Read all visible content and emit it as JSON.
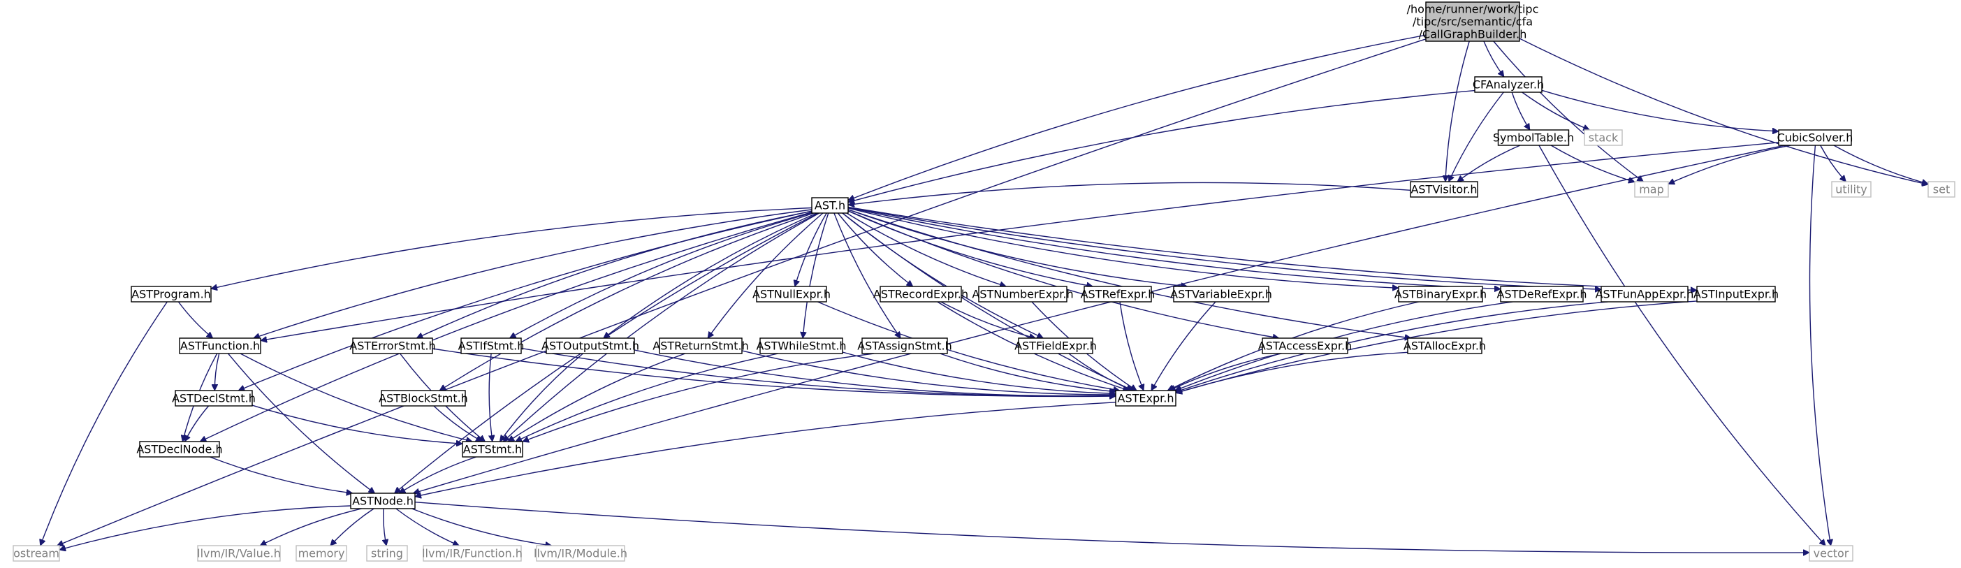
{
  "diagram": {
    "colors": {
      "edge": "#191970",
      "internal_border": "#000000",
      "external_border": "#bfbfbf",
      "root_fill": "#bfbfbf",
      "external_text": "#7f7f7f"
    },
    "nodes": [
      {
        "id": "root",
        "kind": "root",
        "lines": [
          "/home/runner/work/tipc",
          "/tipc/src/semantic/cfa",
          "/CallGraphBuilder.h"
        ]
      },
      {
        "id": "cfanalyzer",
        "kind": "internal",
        "lines": [
          "CFAnalyzer.h"
        ]
      },
      {
        "id": "symboltable",
        "kind": "internal",
        "lines": [
          "SymbolTable.h"
        ]
      },
      {
        "id": "stack",
        "kind": "external",
        "lines": [
          "stack"
        ]
      },
      {
        "id": "cubicsolver",
        "kind": "internal",
        "lines": [
          "CubicSolver.h"
        ]
      },
      {
        "id": "map",
        "kind": "external",
        "lines": [
          "map"
        ]
      },
      {
        "id": "utility",
        "kind": "external",
        "lines": [
          "utility"
        ]
      },
      {
        "id": "set",
        "kind": "external",
        "lines": [
          "set"
        ]
      },
      {
        "id": "astvisitor",
        "kind": "internal",
        "lines": [
          "ASTVisitor.h"
        ]
      },
      {
        "id": "ast",
        "kind": "internal",
        "lines": [
          "AST.h"
        ]
      },
      {
        "id": "astprogram",
        "kind": "internal",
        "lines": [
          "ASTProgram.h"
        ]
      },
      {
        "id": "astnullexpr",
        "kind": "internal",
        "lines": [
          "ASTNullExpr.h"
        ]
      },
      {
        "id": "astrecordexpr",
        "kind": "internal",
        "lines": [
          "ASTRecordExpr.h"
        ]
      },
      {
        "id": "astnumberexpr",
        "kind": "internal",
        "lines": [
          "ASTNumberExpr.h"
        ]
      },
      {
        "id": "astrefexpr",
        "kind": "internal",
        "lines": [
          "ASTRefExpr.h"
        ]
      },
      {
        "id": "astvariableexpr",
        "kind": "internal",
        "lines": [
          "ASTVariableExpr.h"
        ]
      },
      {
        "id": "astbinaryexpr",
        "kind": "internal",
        "lines": [
          "ASTBinaryExpr.h"
        ]
      },
      {
        "id": "astderefexpr",
        "kind": "internal",
        "lines": [
          "ASTDeRefExpr.h"
        ]
      },
      {
        "id": "astfunappexpr",
        "kind": "internal",
        "lines": [
          "ASTFunAppExpr.h"
        ]
      },
      {
        "id": "astinputexpr",
        "kind": "internal",
        "lines": [
          "ASTInputExpr.h"
        ]
      },
      {
        "id": "astfunction",
        "kind": "internal",
        "lines": [
          "ASTFunction.h"
        ]
      },
      {
        "id": "asterrorstmt",
        "kind": "internal",
        "lines": [
          "ASTErrorStmt.h"
        ]
      },
      {
        "id": "astifstmt",
        "kind": "internal",
        "lines": [
          "ASTIfStmt.h"
        ]
      },
      {
        "id": "astoutputstmt",
        "kind": "internal",
        "lines": [
          "ASTOutputStmt.h"
        ]
      },
      {
        "id": "astreturnstmt",
        "kind": "internal",
        "lines": [
          "ASTReturnStmt.h"
        ]
      },
      {
        "id": "astwhilestmt",
        "kind": "internal",
        "lines": [
          "ASTWhileStmt.h"
        ]
      },
      {
        "id": "astassignstmt",
        "kind": "internal",
        "lines": [
          "ASTAssignStmt.h"
        ]
      },
      {
        "id": "astfieldexpr",
        "kind": "internal",
        "lines": [
          "ASTFieldExpr.h"
        ]
      },
      {
        "id": "astaccessexpr",
        "kind": "internal",
        "lines": [
          "ASTAccessExpr.h"
        ]
      },
      {
        "id": "astallocexpr",
        "kind": "internal",
        "lines": [
          "ASTAllocExpr.h"
        ]
      },
      {
        "id": "astdeclstmt",
        "kind": "internal",
        "lines": [
          "ASTDeclStmt.h"
        ]
      },
      {
        "id": "astblockstmt",
        "kind": "internal",
        "lines": [
          "ASTBlockStmt.h"
        ]
      },
      {
        "id": "astexpr",
        "kind": "internal",
        "lines": [
          "ASTExpr.h"
        ]
      },
      {
        "id": "astdeclnode",
        "kind": "internal",
        "lines": [
          "ASTDeclNode.h"
        ]
      },
      {
        "id": "aststmt",
        "kind": "internal",
        "lines": [
          "ASTStmt.h"
        ]
      },
      {
        "id": "astnode",
        "kind": "internal",
        "lines": [
          "ASTNode.h"
        ]
      },
      {
        "id": "ostream",
        "kind": "external",
        "lines": [
          "ostream"
        ]
      },
      {
        "id": "llvmvalue",
        "kind": "external",
        "lines": [
          "llvm/IR/Value.h"
        ]
      },
      {
        "id": "memory",
        "kind": "external",
        "lines": [
          "memory"
        ]
      },
      {
        "id": "string",
        "kind": "external",
        "lines": [
          "string"
        ]
      },
      {
        "id": "llvmfunction",
        "kind": "external",
        "lines": [
          "llvm/IR/Function.h"
        ]
      },
      {
        "id": "llvmmodule",
        "kind": "external",
        "lines": [
          "llvm/IR/Module.h"
        ]
      },
      {
        "id": "vector",
        "kind": "external",
        "lines": [
          "vector"
        ]
      }
    ],
    "edges": [
      [
        "root",
        "ostream"
      ],
      [
        "root",
        "ast"
      ],
      [
        "root",
        "astvisitor"
      ],
      [
        "root",
        "cfanalyzer"
      ],
      [
        "root",
        "map"
      ],
      [
        "root",
        "set"
      ],
      [
        "cfanalyzer",
        "ast"
      ],
      [
        "cfanalyzer",
        "astvisitor"
      ],
      [
        "cfanalyzer",
        "symboltable"
      ],
      [
        "cfanalyzer",
        "stack"
      ],
      [
        "cfanalyzer",
        "cubicsolver"
      ],
      [
        "symboltable",
        "astvisitor"
      ],
      [
        "symboltable",
        "map"
      ],
      [
        "symboltable",
        "vector"
      ],
      [
        "cubicsolver",
        "map"
      ],
      [
        "cubicsolver",
        "utility"
      ],
      [
        "cubicsolver",
        "set"
      ],
      [
        "cubicsolver",
        "vector"
      ],
      [
        "cubicsolver",
        "astfunction"
      ],
      [
        "cubicsolver",
        "astnode"
      ],
      [
        "astvisitor",
        "ast"
      ],
      [
        "ast",
        "astprogram"
      ],
      [
        "ast",
        "astfunction"
      ],
      [
        "ast",
        "astdeclnode"
      ],
      [
        "ast",
        "astdeclstmt"
      ],
      [
        "ast",
        "astnode"
      ],
      [
        "ast",
        "aststmt"
      ],
      [
        "ast",
        "astblockstmt"
      ],
      [
        "ast",
        "asterrorstmt"
      ],
      [
        "ast",
        "astifstmt"
      ],
      [
        "ast",
        "astoutputstmt"
      ],
      [
        "ast",
        "astreturnstmt"
      ],
      [
        "ast",
        "astwhilestmt"
      ],
      [
        "ast",
        "astassignstmt"
      ],
      [
        "ast",
        "astnullexpr"
      ],
      [
        "ast",
        "astrecordexpr"
      ],
      [
        "ast",
        "astnumberexpr"
      ],
      [
        "ast",
        "astrefexpr"
      ],
      [
        "ast",
        "astvariableexpr"
      ],
      [
        "ast",
        "astfieldexpr"
      ],
      [
        "ast",
        "astaccessexpr"
      ],
      [
        "ast",
        "astallocexpr"
      ],
      [
        "ast",
        "astbinaryexpr"
      ],
      [
        "ast",
        "astderefexpr"
      ],
      [
        "ast",
        "astfunappexpr"
      ],
      [
        "ast",
        "astinputexpr"
      ],
      [
        "ast",
        "astexpr"
      ],
      [
        "astprogram",
        "astfunction"
      ],
      [
        "astprogram",
        "ostream"
      ],
      [
        "astfunction",
        "astdeclstmt"
      ],
      [
        "astfunction",
        "astdeclnode"
      ],
      [
        "astfunction",
        "aststmt"
      ],
      [
        "astfunction",
        "astnode"
      ],
      [
        "astdeclstmt",
        "astdeclnode"
      ],
      [
        "astdeclstmt",
        "aststmt"
      ],
      [
        "astdeclnode",
        "astnode"
      ],
      [
        "astblockstmt",
        "aststmt"
      ],
      [
        "asterrorstmt",
        "aststmt"
      ],
      [
        "asterrorstmt",
        "astexpr"
      ],
      [
        "astifstmt",
        "aststmt"
      ],
      [
        "astifstmt",
        "astexpr"
      ],
      [
        "astoutputstmt",
        "aststmt"
      ],
      [
        "astoutputstmt",
        "astexpr"
      ],
      [
        "astreturnstmt",
        "aststmt"
      ],
      [
        "astreturnstmt",
        "astexpr"
      ],
      [
        "astwhilestmt",
        "aststmt"
      ],
      [
        "astwhilestmt",
        "astexpr"
      ],
      [
        "astassignstmt",
        "aststmt"
      ],
      [
        "astassignstmt",
        "astexpr"
      ],
      [
        "astnullexpr",
        "astexpr"
      ],
      [
        "astrecordexpr",
        "astfieldexpr"
      ],
      [
        "astrecordexpr",
        "astexpr"
      ],
      [
        "astnumberexpr",
        "astexpr"
      ],
      [
        "astrefexpr",
        "astexpr"
      ],
      [
        "astvariableexpr",
        "astexpr"
      ],
      [
        "astfieldexpr",
        "astexpr"
      ],
      [
        "astaccessexpr",
        "astexpr"
      ],
      [
        "astallocexpr",
        "astexpr"
      ],
      [
        "astbinaryexpr",
        "astexpr"
      ],
      [
        "astderefexpr",
        "astexpr"
      ],
      [
        "astfunappexpr",
        "astexpr"
      ],
      [
        "astinputexpr",
        "astexpr"
      ],
      [
        "astexpr",
        "astnode"
      ],
      [
        "aststmt",
        "astnode"
      ],
      [
        "astnode",
        "ostream"
      ],
      [
        "astnode",
        "llvmvalue"
      ],
      [
        "astnode",
        "memory"
      ],
      [
        "astnode",
        "string"
      ],
      [
        "astnode",
        "llvmfunction"
      ],
      [
        "astnode",
        "llvmmodule"
      ],
      [
        "astnode",
        "vector"
      ]
    ]
  }
}
